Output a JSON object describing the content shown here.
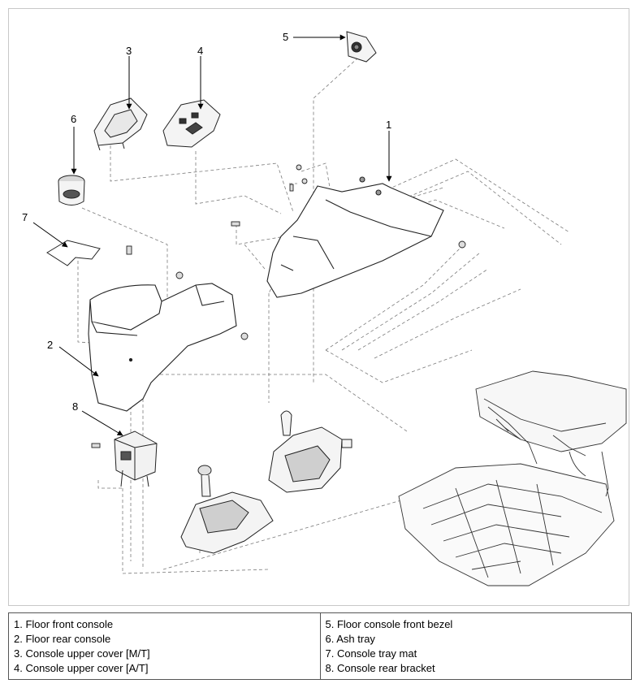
{
  "callouts": {
    "c1": "1",
    "c2": "2",
    "c3": "3",
    "c4": "4",
    "c5": "5",
    "c6": "6",
    "c7": "7",
    "c8": "8"
  },
  "legend": {
    "left": [
      "1. Floor front console",
      "2. Floor rear console",
      "3. Console upper cover [M/T]",
      "4. Console upper cover [A/T]"
    ],
    "right": [
      "5. Floor console front bezel",
      "6. Ash tray",
      "7. Console tray mat",
      "8. Console rear bracket"
    ]
  }
}
